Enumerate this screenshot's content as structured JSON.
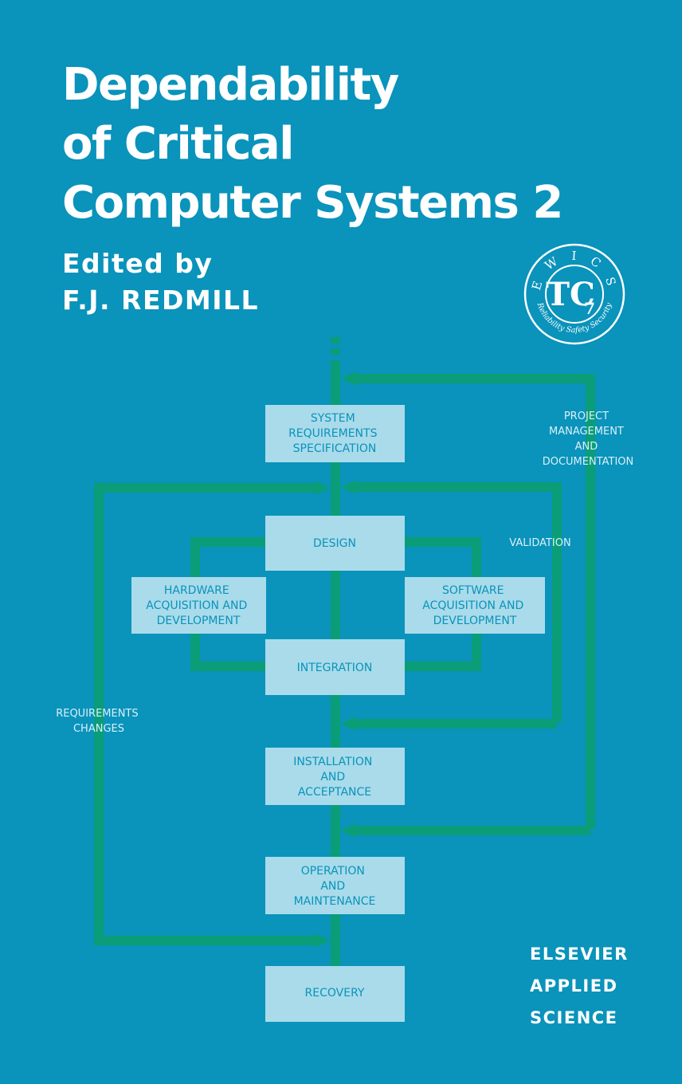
{
  "cover": {
    "title_lines": [
      "Dependability",
      "of Critical",
      "Computer Systems 2"
    ],
    "editor_lines": [
      "Edited by",
      "F.J. REDMILL"
    ],
    "publisher_lines": [
      "ELSEVIER",
      "APPLIED",
      "SCIENCE"
    ]
  },
  "logo": {
    "ring_top": "E W I C S",
    "ring_bottom": "Reliability Safety Security",
    "monogram": "TC",
    "number": "7"
  },
  "diagram": {
    "boxes": {
      "system_requirements": [
        "SYSTEM",
        "REQUIREMENTS",
        "SPECIFICATION"
      ],
      "design": [
        "DESIGN"
      ],
      "hardware": [
        "HARDWARE",
        "ACQUISITION AND",
        "DEVELOPMENT"
      ],
      "software": [
        "SOFTWARE",
        "ACQUISITION AND",
        "DEVELOPMENT"
      ],
      "integration": [
        "INTEGRATION"
      ],
      "installation": [
        "INSTALLATION",
        "AND",
        "ACCEPTANCE"
      ],
      "operation": [
        "OPERATION",
        "AND",
        "MAINTENANCE"
      ],
      "recovery": [
        "RECOVERY"
      ]
    },
    "labels": {
      "project_management": [
        "PROJECT",
        "MANAGEMENT",
        "AND",
        "DOCUMENTATION"
      ],
      "validation": [
        "VALIDATION"
      ],
      "requirements_changes": [
        "REQUIREMENTS",
        "CHANGES"
      ]
    }
  },
  "colors": {
    "background": "#0a93bb",
    "box_fill": "#a9dbea",
    "flow_line": "#0b9d78",
    "title_text": "#ffffff"
  }
}
